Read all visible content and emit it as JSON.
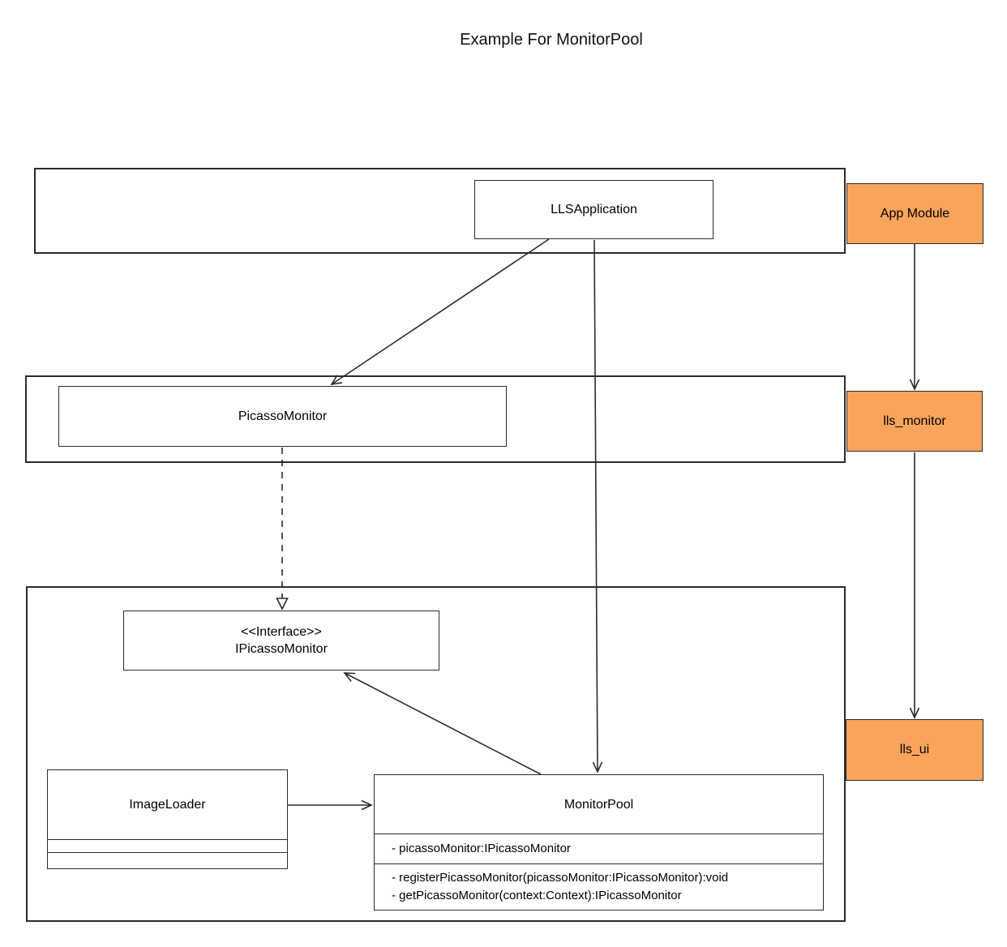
{
  "title": "Example For MonitorPool",
  "colors": {
    "module_fill": "#F9A45C",
    "line": "#2b2b2b",
    "box_fill": "#ffffff"
  },
  "nodes": {
    "lls_application": {
      "label": "LLSApplication"
    },
    "picasso_monitor": {
      "label": "PicassoMonitor"
    },
    "ipicasso_monitor": {
      "stereotype": "<<Interface>>",
      "label": "IPicassoMonitor"
    },
    "image_loader": {
      "label": "ImageLoader"
    },
    "monitor_pool": {
      "label": "MonitorPool",
      "attributes": [
        "- picassoMonitor:IPicassoMonitor"
      ],
      "methods": [
        "- registerPicassoMonitor(picassoMonitor:IPicassoMonitor):void",
        "- getPicassoMonitor(context:Context):IPicassoMonitor"
      ]
    }
  },
  "modules": [
    {
      "label": "App Module"
    },
    {
      "label": "lls_monitor"
    },
    {
      "label": "lls_ui"
    }
  ],
  "edges": [
    {
      "name": "edge-llsapplication-to-picassomonitor",
      "from": "lls_application",
      "to": "picasso_monitor",
      "style": "solid",
      "head": "open",
      "points": [
        [
          677,
          295
        ],
        [
          409,
          474
        ]
      ]
    },
    {
      "name": "edge-llsapplication-to-monitorpool",
      "from": "lls_application",
      "to": "monitor_pool",
      "style": "solid",
      "head": "open",
      "points": [
        [
          733,
          296
        ],
        [
          737,
          952
        ]
      ]
    },
    {
      "name": "edge-picassomonitor-realizes-ipicassomonitor",
      "from": "picasso_monitor",
      "to": "ipicasso_monitor",
      "style": "dashed",
      "head": "triangle",
      "points": [
        [
          348,
          552
        ],
        [
          348,
          751
        ]
      ]
    },
    {
      "name": "edge-monitorpool-to-ipicassomonitor",
      "from": "monitor_pool",
      "to": "ipicasso_monitor",
      "style": "solid",
      "head": "open",
      "points": [
        [
          667,
          955
        ],
        [
          425,
          830
        ]
      ]
    },
    {
      "name": "edge-imageloader-to-monitorpool",
      "from": "image_loader",
      "to": "monitor_pool",
      "style": "solid",
      "head": "open",
      "points": [
        [
          355,
          993
        ],
        [
          458,
          993
        ]
      ]
    },
    {
      "name": "edge-appmodule-to-llsmonitor",
      "from": "app_module",
      "to": "lls_monitor",
      "style": "solid",
      "head": "open",
      "points": [
        [
          1128,
          301
        ],
        [
          1128,
          480
        ]
      ]
    },
    {
      "name": "edge-llsmonitor-to-llsui",
      "from": "lls_monitor",
      "to": "lls_ui",
      "style": "solid",
      "head": "open",
      "points": [
        [
          1128,
          558
        ],
        [
          1128,
          885
        ]
      ]
    }
  ]
}
